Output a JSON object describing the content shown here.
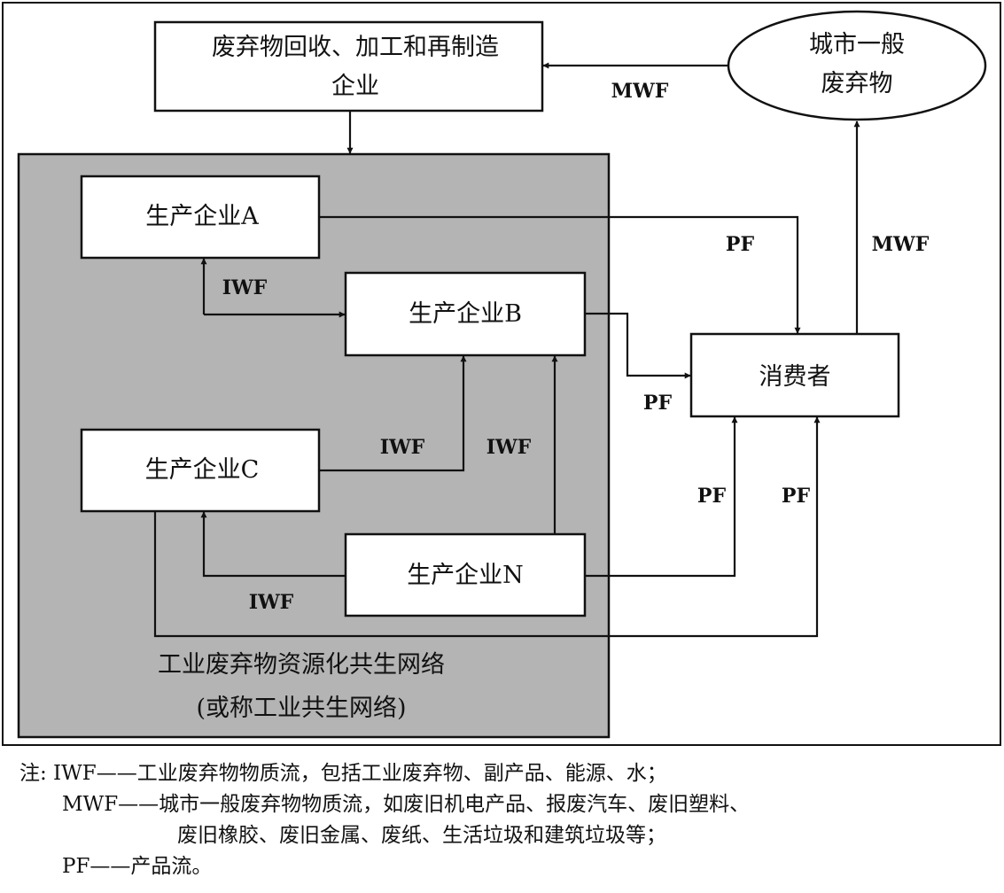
{
  "nodes": {
    "recycler": {
      "line1": "废弃物回收、加工和再制造",
      "line2": "企业"
    },
    "msw": {
      "line1": "城市一般",
      "line2": "废弃物"
    },
    "producer_a": "生产企业A",
    "producer_b": "生产企业B",
    "producer_c": "生产企业C",
    "producer_n": "生产企业N",
    "consumer": "消费者"
  },
  "network": {
    "line1": "工业废弃物资源化共生网络",
    "line2": "(或称工业共生网络)"
  },
  "flows": {
    "mwf_top": "MWF",
    "mwf_right": "MWF",
    "iwf_a_b": "IWF",
    "iwf_c_b": "IWF",
    "iwf_n_b": "IWF",
    "iwf_n_c": "IWF",
    "pf_a": "PF",
    "pf_b": "PF",
    "pf_n": "PF",
    "pf_c": "PF"
  },
  "notes": {
    "line1": "注: IWF——工业废弃物物质流，包括工业废弃物、副产品、能源、水；",
    "line2": "MWF——城市一般废弃物物质流，如废旧机电产品、报废汽车、废旧塑料、",
    "line3": "废旧橡胶、废旧金属、废纸、生活垃圾和建筑垃圾等；",
    "line4": "PF——产品流。"
  }
}
